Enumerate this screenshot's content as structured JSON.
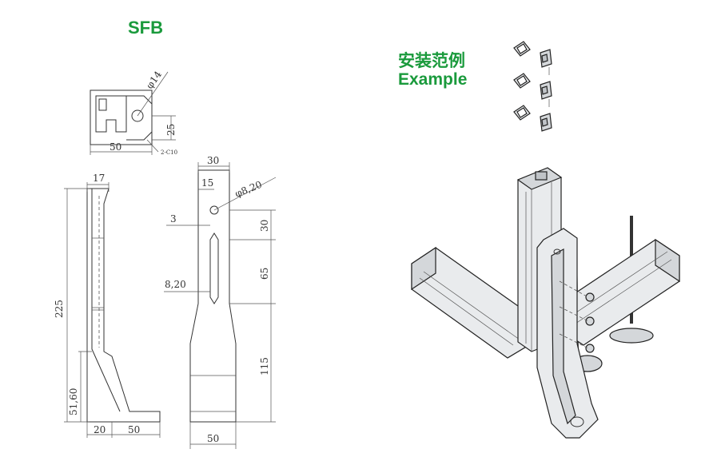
{
  "header": {
    "title": "SFB"
  },
  "example": {
    "title_cn": "安装范例",
    "title_en": "Example"
  },
  "dims": {
    "top_view": {
      "width": "50",
      "height": "25",
      "hole": "φ14",
      "note": "2-C10"
    },
    "side_view": {
      "top": "17",
      "height": "225",
      "lower": "51,60",
      "base_left": "20",
      "base_right": "50"
    },
    "front_view": {
      "width_top": "30",
      "offset_top": "15",
      "hole": "φ8,20",
      "left": "3",
      "seg1": "30",
      "seg2": "65",
      "slot": "8,20",
      "seg3": "115",
      "width_bottom": "50"
    }
  },
  "colors": {
    "accent": "#1a9a3c"
  }
}
